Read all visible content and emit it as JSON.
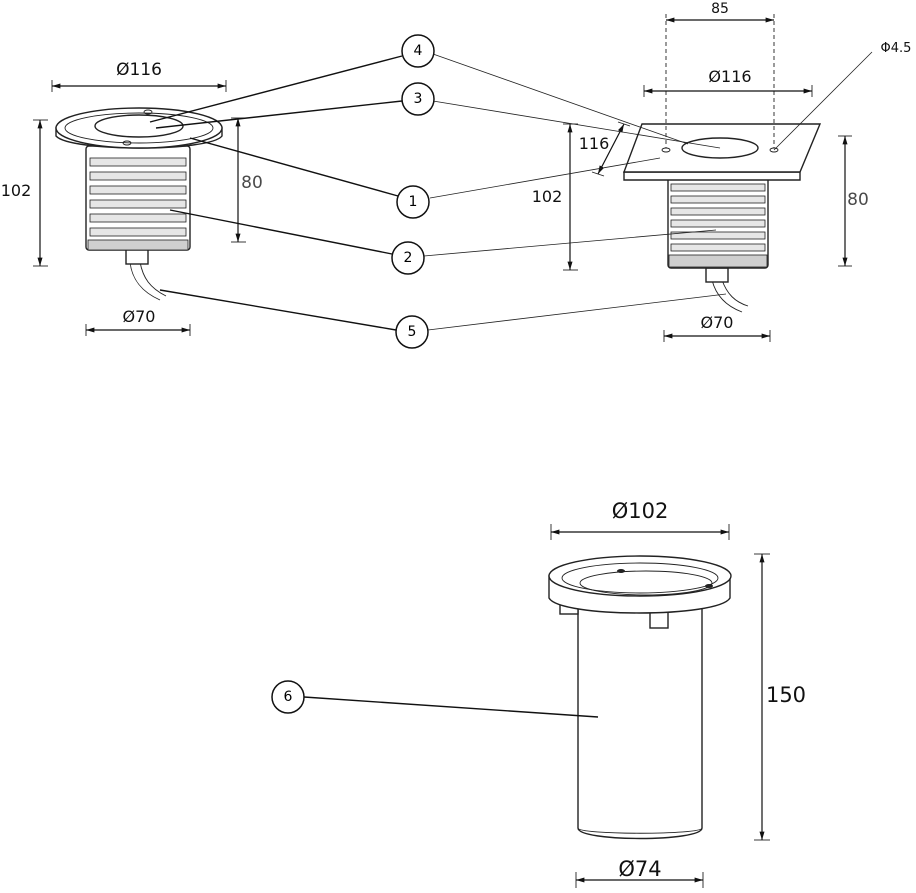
{
  "colors": {
    "line": "#222222",
    "fill": "#ffffff",
    "fin": "#cfcfcf",
    "background": "#ffffff"
  },
  "left_fixture": {
    "dims": {
      "top_diameter": "Ø116",
      "height_total": "102",
      "height_body": "80",
      "bottom_diameter": "Ø70"
    }
  },
  "right_fixture": {
    "dims": {
      "hole_spacing": "85",
      "top_diameter": "Ø116",
      "plate_side": "116",
      "height_total": "102",
      "height_body": "80",
      "bottom_diameter": "Ø70",
      "hole_diameter": "Φ4.5"
    }
  },
  "sleeve": {
    "dims": {
      "top_diameter": "Ø102",
      "height": "150",
      "bottom_diameter": "Ø74"
    }
  },
  "callouts": [
    {
      "id": "1",
      "label": "1"
    },
    {
      "id": "2",
      "label": "2"
    },
    {
      "id": "3",
      "label": "3"
    },
    {
      "id": "4",
      "label": "4"
    },
    {
      "id": "5",
      "label": "5"
    },
    {
      "id": "6",
      "label": "6"
    }
  ]
}
